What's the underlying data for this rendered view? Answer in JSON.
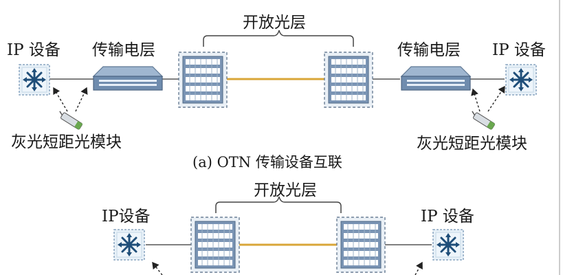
{
  "panel_a": {
    "top_label": "开放光层",
    "left": {
      "ip_label": "IP 设备",
      "transport_label": "传输电层",
      "module_label": "灰光短距光模块"
    },
    "right": {
      "ip_label": "IP 设备",
      "transport_label": "传输电层",
      "module_label": "灰光短距光模块"
    },
    "caption": "(a) OTN 传输设备互联"
  },
  "panel_b": {
    "top_label": "开放光层",
    "left": {
      "ip_label": "IP设备"
    },
    "right": {
      "ip_label": "IP 设备"
    }
  },
  "colors": {
    "switch_fill": "#e8f1f8",
    "switch_icon": "#1f4e79",
    "rack_fill": "#7a94b4",
    "rack_slot": "#ffffff",
    "fiber": "#d9a638",
    "link": "#555555",
    "dash_border": "#6b7f96",
    "module": "#6aa84f"
  }
}
